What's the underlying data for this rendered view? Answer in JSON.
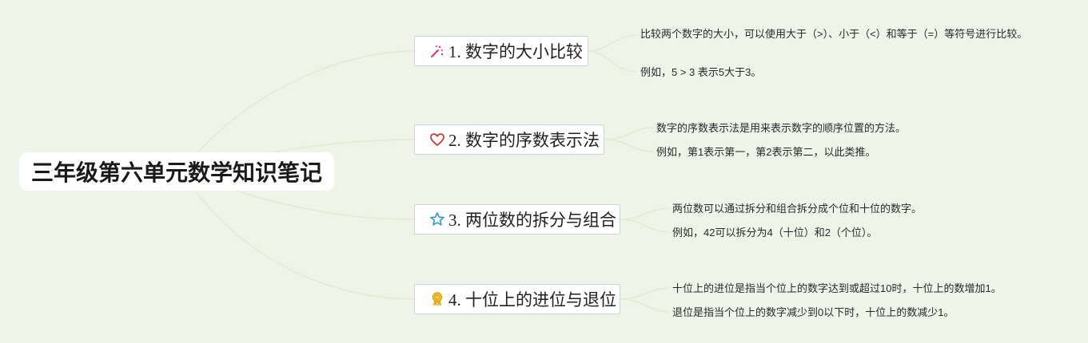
{
  "root": {
    "title": "三年级第六单元数学知识笔记"
  },
  "branches": [
    {
      "label": "1. 数字的大小比较",
      "icon": "magic-wand-icon",
      "notes": [
        "比较两个数字的大小，可以使用大于（>）、小于（<）和等于（=）等符号进行比较。",
        "例如，5 > 3 表示5大于3。"
      ]
    },
    {
      "label": "2. 数字的序数表示法",
      "icon": "heart-icon",
      "notes": [
        "数字的序数表示法是用来表示数字的顺序位置的方法。",
        "例如，第1表示第一，第2表示第二，以此类推。"
      ]
    },
    {
      "label": "3. 两位数的拆分与组合",
      "icon": "star-icon",
      "notes": [
        "两位数可以通过拆分和组合拆分成个位和十位的数字。",
        "例如，42可以拆分为4（十位）和2（个位）。"
      ]
    },
    {
      "label": "4. 十位上的进位与退位",
      "icon": "award-ribbon-icon",
      "notes": [
        "十位上的进位是指当个位上的数字达到或超过10时，十位上的数增加1。",
        "退位是指当个位上的数字减少到0以下时，十位上的数减少1。"
      ]
    }
  ],
  "colors": {
    "background": "#eef4e8",
    "connector": "#e3ecd2",
    "wand": "#e0356b",
    "heart": "#c0392b",
    "star": "#2f97d8",
    "ribbon": "#e6b422"
  }
}
